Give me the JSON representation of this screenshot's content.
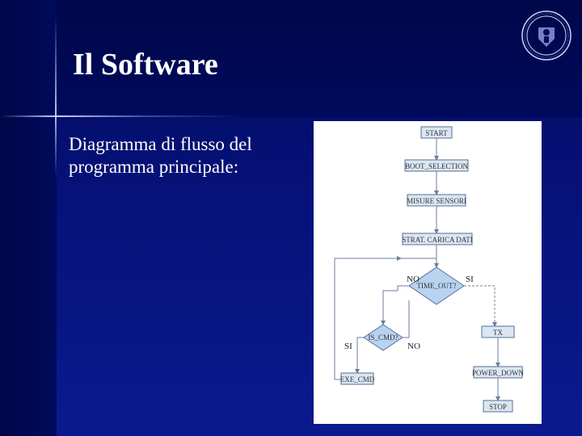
{
  "slide": {
    "title": "Il Software",
    "bullet": "Diagramma di flusso del programma principale:"
  },
  "seal": {
    "icon": "university-seal-icon"
  },
  "flowchart": {
    "nodes": {
      "start": "START",
      "boot": "BOOT_SELECTION",
      "misure": "MISURE SENSORI",
      "strat": "STRAT. CARICA DATI",
      "decision_main": "TIME_OUT?",
      "decision_cmd": "IS_CMD?",
      "exe": "EXE_CMD",
      "tx": "TX",
      "power": "POWER_DOWN",
      "stop": "STOP"
    },
    "labels": {
      "no_top": "NO",
      "si_top": "SI",
      "si_left": "SI",
      "no_bottom": "NO"
    }
  },
  "colors": {
    "background": "#06127a",
    "title_text": "#ffffff",
    "box_fill": "#dbe6f3",
    "box_stroke": "#5a6f96",
    "diamond_fill": "#b7d3f0"
  }
}
